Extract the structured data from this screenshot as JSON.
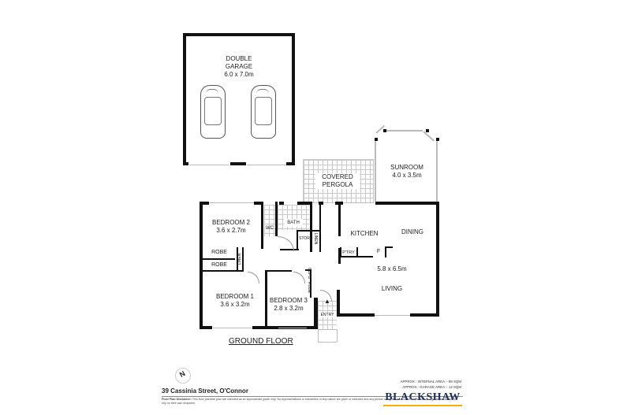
{
  "floor_plan": {
    "title": "GROUND FLOOR",
    "rooms": [
      {
        "id": "double-garage",
        "name_line1": "DOUBLE",
        "name_line2": "GARAGE",
        "dims": "6.0 x 7.0m"
      },
      {
        "id": "sunroom",
        "name": "SUNROOM",
        "dims": "4.0 x 3.5m"
      },
      {
        "id": "covered-pergola",
        "name_line1": "COVERED",
        "name_line2": "PERGOLA"
      },
      {
        "id": "bedroom-2",
        "name": "BEDROOM 2",
        "dims": "3.6 x 2.7m"
      },
      {
        "id": "wc",
        "name": "WC"
      },
      {
        "id": "bath",
        "name": "BATH"
      },
      {
        "id": "store",
        "name": "STORE"
      },
      {
        "id": "linen-1",
        "name": "LINEN"
      },
      {
        "id": "robe-1",
        "name": "ROBE"
      },
      {
        "id": "robe-2",
        "name": "ROBE"
      },
      {
        "id": "linen-2",
        "name": "LINEN"
      },
      {
        "id": "kitchen",
        "name": "KITCHEN"
      },
      {
        "id": "dining",
        "name": "DINING"
      },
      {
        "id": "ptry",
        "name": "P'TRY"
      },
      {
        "id": "fridge",
        "name": "F"
      },
      {
        "id": "living",
        "name": "LIVING",
        "dims": "5.8 x 6.5m"
      },
      {
        "id": "bedroom-1",
        "name": "BEDROOM 1",
        "dims": "3.6 x 3.2m"
      },
      {
        "id": "bedroom-3",
        "name": "BEDROOM 3",
        "dims": "2.8 x 3.2m"
      },
      {
        "id": "cupd",
        "name": "CUPD"
      },
      {
        "id": "robe-3",
        "name": "ROBE"
      },
      {
        "id": "entry",
        "name": "ENTRY"
      }
    ]
  },
  "footer": {
    "compass_label": "N",
    "address": "39 Cassinia Street, O'Connor",
    "disclaimer_label": "Floor Plan Disclaimer:",
    "disclaimer_text": "This floor plan/site plan are intended as an approximate guide only. No representations or warranties of any nature are given or intended and any person using this information other than as a guide should always rely on their own enquiries.",
    "internal_area": "APPROX : INTERNAL AREA :- 98 SQM",
    "garage_area": "APPROX : GARAGE AREA :- 12 SQM",
    "brand": "BLACKSHAW",
    "brand_color": "#1f2d5c",
    "brand_accent": "#f0b400"
  }
}
